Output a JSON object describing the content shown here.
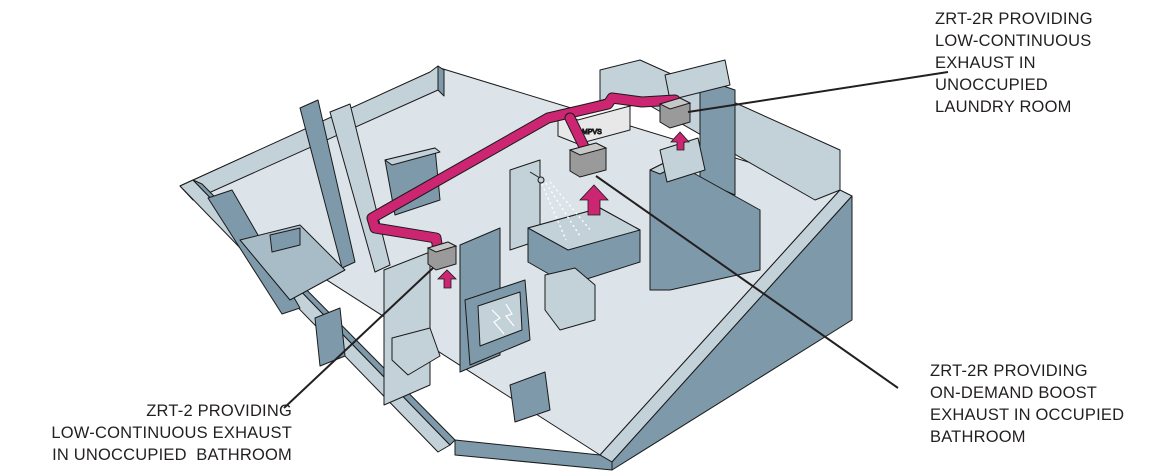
{
  "colors": {
    "wall_top": "#c3d1d9",
    "wall_side": "#7e9aaa",
    "floor": "#dde4e9",
    "stroke": "#1a1a1a",
    "duct": "#cc2672",
    "unit": "#9a9a9a",
    "text": "#231f20"
  },
  "unit_label": "MPVS",
  "callouts": {
    "top_right": {
      "lines": [
        "ZRT-2R PROVIDING",
        "LOW-CONTINUOUS",
        "EXHAUST IN",
        "UNOCCUPIED",
        "LAUNDRY ROOM"
      ]
    },
    "bottom_right": {
      "lines": [
        "ZRT-2R PROVIDING",
        "ON-DEMAND BOOST",
        "EXHAUST IN OCCUPIED",
        "BATHROOM"
      ]
    },
    "bottom_left": {
      "lines": [
        "ZRT-2 PROVIDING",
        "LOW-CONTINUOUS EXHAUST",
        "IN UNOCCUPIED  BATHROOM"
      ]
    }
  }
}
